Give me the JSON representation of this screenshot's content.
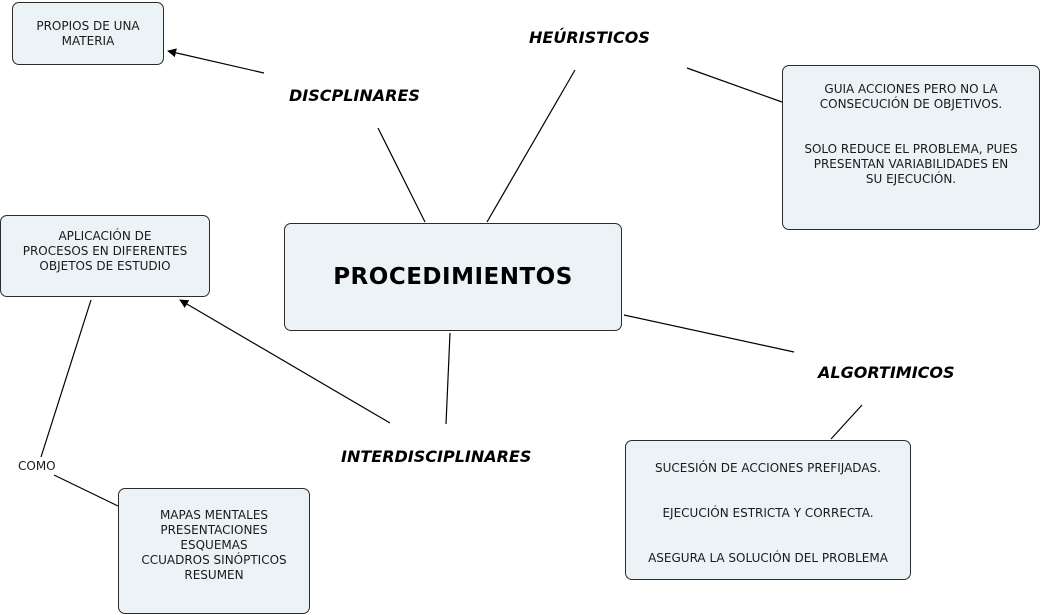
{
  "concept_map": {
    "main_concept": "PROCEDIMIENTOS",
    "labels": {
      "disciplinares": "DISCPLINARES",
      "heuristicos": "HEÚRISTICOS",
      "algoritmicos": "ALGORTIMICOS",
      "interdisciplinares": "INTERDISCIPLINARES",
      "como": "COMO"
    },
    "boxes": {
      "propios": "PROPIOS DE UNA\nMATERIA",
      "heuristicos_desc": "GUIA ACCIONES PERO NO LA\nCONSECUCIÓN DE OBJETIVOS.\n\n\nSOLO REDUCE EL PROBLEMA, PUES\nPRESENTAN VARIABILIDADES EN\nSU EJECUCIÓN.",
      "aplicacion": "APLICACIÓN DE\nPROCESOS EN DIFERENTES\nOBJETOS DE ESTUDIO",
      "algoritmicos_desc": "SUCESIÓN DE ACCIONES PREFIJADAS.\n\n\nEJECUCIÓN ESTRICTA Y CORRECTA.\n\n\nASEGURA LA SOLUCIÓN DEL PROBLEMA",
      "herramientas": "MAPAS MENTALES\nPRESENTACIONES\nESQUEMAS\nCCUADROS SINÓPTICOS\nRESUMEN"
    },
    "colors": {
      "box_fill": "#ecf3f6",
      "box_border": "#2b2b2b",
      "line": "#000000"
    }
  }
}
